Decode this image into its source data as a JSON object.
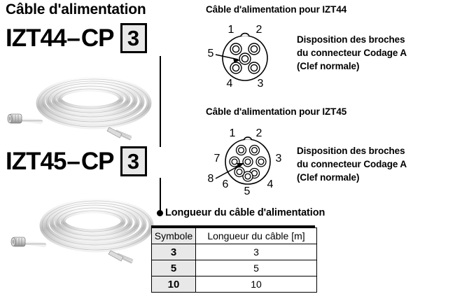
{
  "document": {
    "main_title": "Câble d'alimentation"
  },
  "models": [
    {
      "name": "IZT44",
      "separator": "–",
      "series": "CP",
      "code": "3",
      "photo_alt": "coiled-power-cable"
    },
    {
      "name": "IZT45",
      "separator": "–",
      "series": "CP",
      "code": "3",
      "photo_alt": "coiled-power-cable"
    }
  ],
  "connectors": [
    {
      "heading": "Câble d'alimentation pour IZT44",
      "pin_count": 5,
      "outer_pins": [
        "1",
        "2",
        "3",
        "4"
      ],
      "center_pin": "5",
      "description": [
        "Disposition des broches",
        "du connecteur Codage A",
        "(Clef normale)"
      ]
    },
    {
      "heading": "Câble d'alimentation pour IZT45",
      "pin_count": 8,
      "outer_pins": [
        "1",
        "2",
        "3",
        "4",
        "5",
        "6",
        "7"
      ],
      "center_pin": "8",
      "description": [
        "Disposition des broches",
        "du connecteur Codage A",
        "(Clef normale)"
      ]
    }
  ],
  "length_table": {
    "heading": "Longueur du câble d'alimentation",
    "columns": [
      "Symbole",
      "Longueur du câble [m]"
    ],
    "rows": [
      {
        "symbol": "3",
        "length": "3"
      },
      {
        "symbol": "5",
        "length": "5"
      },
      {
        "symbol": "10",
        "length": "10"
      }
    ]
  },
  "colors": {
    "box_fill": "#e8e8e8",
    "line": "#000000",
    "text": "#000000"
  }
}
